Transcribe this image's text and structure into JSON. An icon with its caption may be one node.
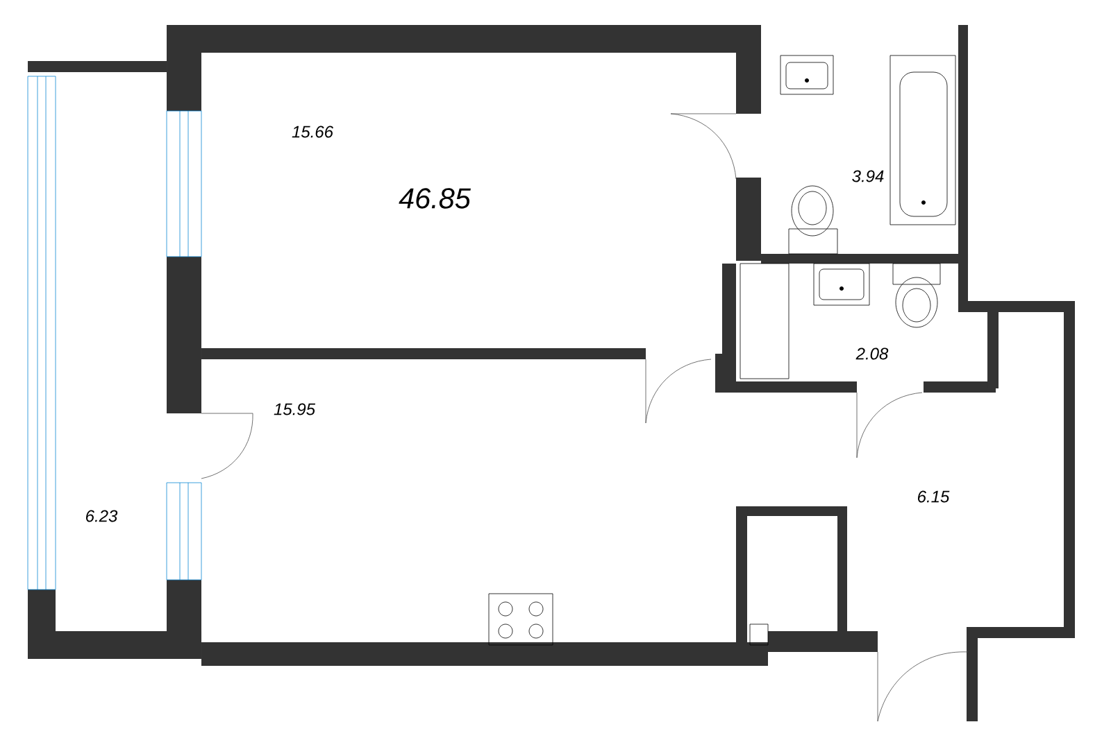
{
  "diagram": {
    "labels": [
      "15.66",
      "3.94",
      "46.85",
      "2.08",
      "15.95",
      "6.15",
      "6.23"
    ]
  }
}
